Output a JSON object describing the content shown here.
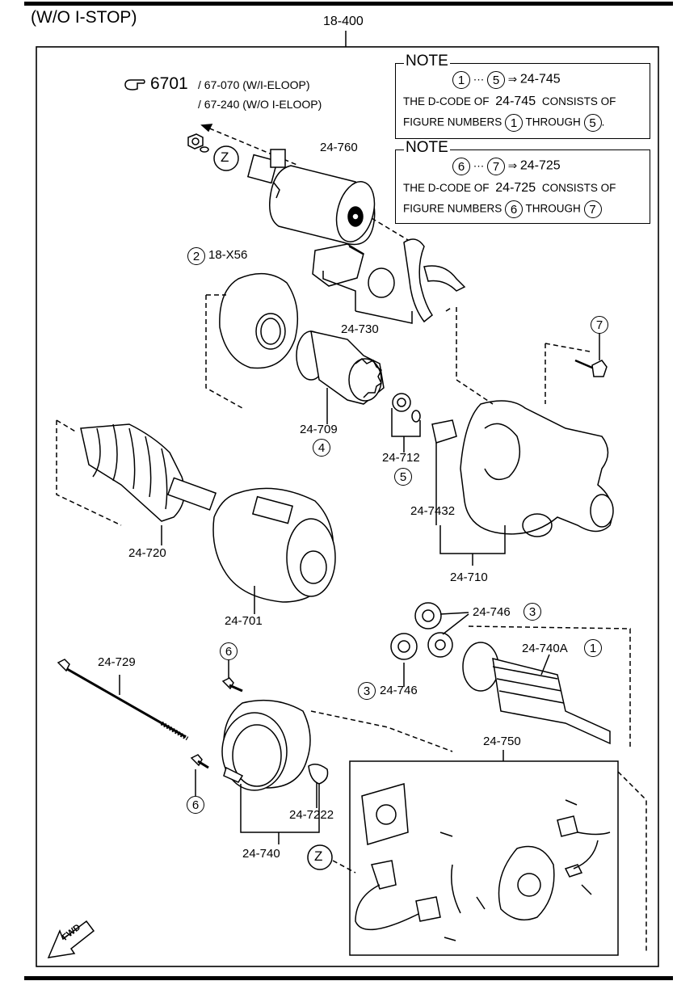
{
  "header": {
    "title": "(W/O I-STOP)",
    "assembly": "18-400"
  },
  "reference": {
    "main": "6701",
    "line1": "/ 67-070 (W/I-ELOOP)",
    "line2": "/ 67-240 (W/O I-ELOOP)"
  },
  "notes": [
    {
      "title": "NOTE",
      "range_from": "1",
      "range_to": "5",
      "target": "24-745",
      "text_a": "THE D-CODE OF",
      "code": "24-745",
      "text_b": "CONSISTS OF",
      "text_c": "FIGURE NUMBERS",
      "text_d": "THROUGH",
      "period": "."
    },
    {
      "title": "NOTE",
      "range_from": "6",
      "range_to": "7",
      "target": "24-725",
      "text_a": "THE D-CODE OF",
      "code": "24-725",
      "text_b": "CONSISTS OF",
      "text_c": "FIGURE NUMBERS",
      "text_d": "THROUGH"
    }
  ],
  "callouts": {
    "z": "Z",
    "p24_760": "24-760",
    "p18_x56": "18-X56",
    "n2": "2",
    "p24_730": "24-730",
    "n7": "7",
    "p24_709": "24-709",
    "n4": "4",
    "p24_712": "24-712",
    "n5": "5",
    "p24_7432": "24-7432",
    "p24_720": "24-720",
    "p24_710": "24-710",
    "p24_701": "24-701",
    "p24_746": "24-746",
    "n3": "3",
    "p24_740a": "24-740A",
    "n1": "1",
    "p24_729": "24-729",
    "n6": "6",
    "p24_750": "24-750",
    "p24_7222": "24-7222",
    "p24_740": "24-740",
    "fwd": "FWD"
  }
}
